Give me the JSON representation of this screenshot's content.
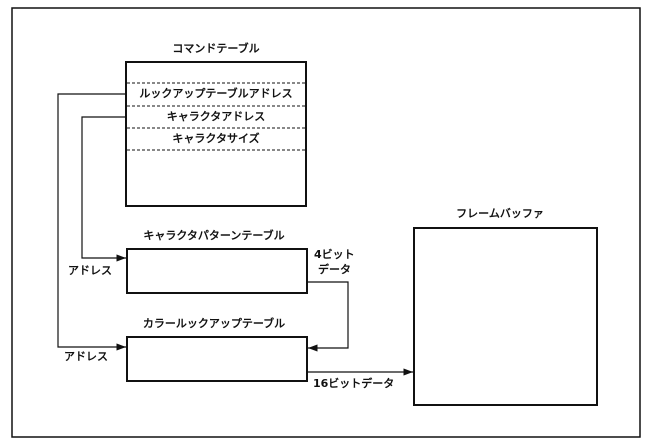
{
  "command_table": {
    "title": "コマンドテーブル",
    "fields": [
      "ルックアップテーブルアドレス",
      "キャラクタアドレス",
      "キャラクタサイズ"
    ]
  },
  "character_pattern_table": {
    "title": "キャラクタパターンテーブル",
    "address_label": "アドレス"
  },
  "color_lookup_table": {
    "title": "カラールックアップテーブル",
    "address_label": "アドレス"
  },
  "frame_buffer": {
    "title": "フレームバッファ"
  },
  "data_labels": {
    "four_bit_line1": "4ビット",
    "four_bit_line2": "データ",
    "sixteen_bit": "16ビットデータ"
  }
}
